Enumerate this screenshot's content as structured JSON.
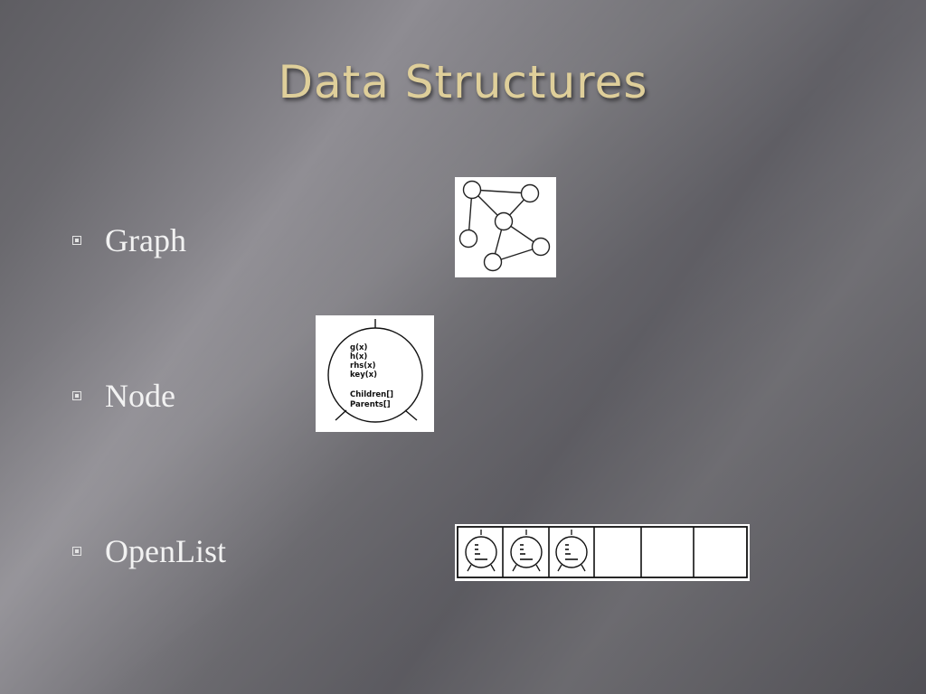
{
  "slide": {
    "title": "Data Structures",
    "bullets": [
      {
        "label": "Graph"
      },
      {
        "label": "Node"
      },
      {
        "label": "OpenList"
      }
    ],
    "node_fields": [
      "g(x)",
      "h(x)",
      "rhs(x)",
      "key(x)",
      "",
      "Children[]",
      "Parents[]"
    ],
    "openlist": {
      "filled_slots": 3,
      "total_slots": 6
    },
    "colors": {
      "title": "#dfcf9a",
      "bullet_text": "#f2f2f2",
      "background": "#6a696e"
    }
  }
}
